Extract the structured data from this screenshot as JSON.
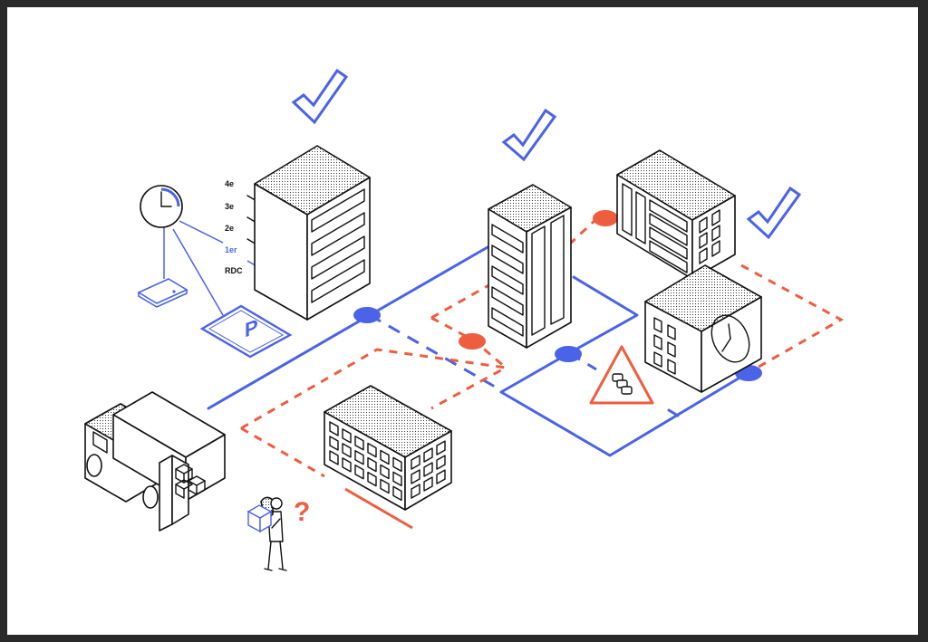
{
  "floor_labels": [
    {
      "label": "4e",
      "color": "#111111"
    },
    {
      "label": "3e",
      "color": "#111111"
    },
    {
      "label": "2e",
      "color": "#111111"
    },
    {
      "label": "1er",
      "color": "#4a63e8"
    },
    {
      "label": "RDC",
      "color": "#111111"
    }
  ],
  "parking_sign": "P",
  "question_mark": "?",
  "colors": {
    "accent_blue": "#4a63e8",
    "accent_red": "#ef5d3f",
    "ink": "#111111",
    "background": "#ffffff",
    "frame": "#2a2a2a"
  },
  "icons": [
    "checkmark-icon",
    "clock-icon",
    "tablet-icon",
    "parking-icon",
    "traffic-warning-icon",
    "delivery-truck",
    "courier-person",
    "parcel-box"
  ]
}
